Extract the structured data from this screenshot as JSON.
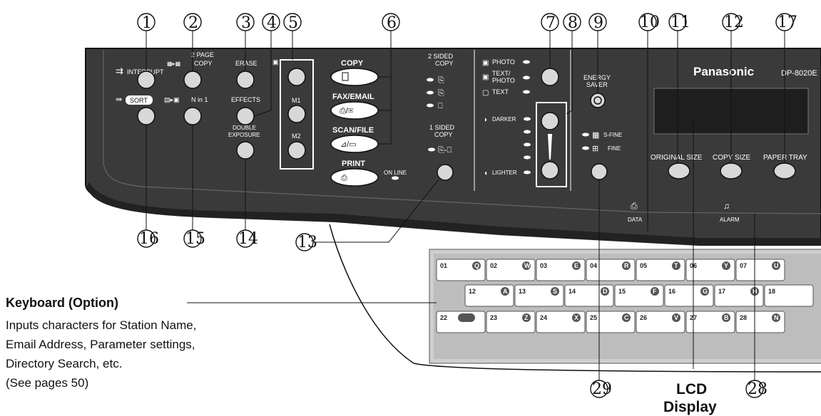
{
  "callouts": [
    "1",
    "2",
    "3",
    "4",
    "5",
    "6",
    "7",
    "8",
    "9",
    "10",
    "11",
    "12",
    "17",
    "16",
    "15",
    "14",
    "13",
    "29",
    "28"
  ],
  "panel": {
    "interrupt": "INTERRUPT",
    "two_page": "2 PAGE",
    "copy_small": "COPY",
    "erase": "ERASE",
    "sort": "SORT",
    "n_in_1": "N in 1",
    "effects": "EFFECTS",
    "double": "DOUBLE",
    "exposure": "EXPOSURE",
    "m1": "M1",
    "m2": "M2",
    "mode_copy": "COPY",
    "mode_fax": "FAX/EMAIL",
    "mode_scan": "SCAN/FILE",
    "mode_print": "PRINT",
    "on_line": "ON LINE",
    "two_sided": "2 SIDED",
    "two_sided_copy": "COPY",
    "one_sided": "1 SIDED",
    "one_sided_copy": "COPY",
    "photo": "PHOTO",
    "text_photo_1": "TEXT/",
    "text_photo_2": "PHOTO",
    "text": "TEXT",
    "darker": "DARKER",
    "lighter": "LIGHTER",
    "energy": "ENERGY",
    "saver": "SAVER",
    "s_fine": "S-FINE",
    "fine": "FINE",
    "brand": "Panasonic",
    "model": "DP-8020E",
    "original_size": "ORIGINAL SIZE",
    "copy_size": "COPY SIZE",
    "paper_tray": "PAPER TRAY",
    "data": "DATA",
    "alarm": "ALARM"
  },
  "keyboard": {
    "row1": [
      [
        "01",
        "Q"
      ],
      [
        "02",
        "W"
      ],
      [
        "03",
        "E"
      ],
      [
        "04",
        "R"
      ],
      [
        "05",
        "T"
      ],
      [
        "06",
        "Y"
      ],
      [
        "07",
        "U"
      ]
    ],
    "row2": [
      [
        "12",
        "A"
      ],
      [
        "13",
        "S"
      ],
      [
        "14",
        "D"
      ],
      [
        "15",
        "F"
      ],
      [
        "16",
        "G"
      ],
      [
        "17",
        "H"
      ],
      [
        "18",
        ""
      ]
    ],
    "row3": [
      [
        "22",
        ""
      ],
      [
        "23",
        "Z"
      ],
      [
        "24",
        "X"
      ],
      [
        "25",
        "C"
      ],
      [
        "26",
        "V"
      ],
      [
        "27",
        "B"
      ],
      [
        "28",
        "N"
      ]
    ]
  },
  "labels": {
    "keyboard_title": "Keyboard (Option)",
    "keyboard_desc_1": "Inputs characters for Station Name,",
    "keyboard_desc_2": "Email Address, Parameter settings,",
    "keyboard_desc_3": "Directory Search, etc.",
    "keyboard_desc_4": "(See pages 50)",
    "lcd_1": "LCD",
    "lcd_2": "Display"
  },
  "colors": {
    "panel": "#3a3a3a",
    "panel_dark": "#2a2a2a",
    "button": "#d8d8d8",
    "led": "#ffffff"
  }
}
